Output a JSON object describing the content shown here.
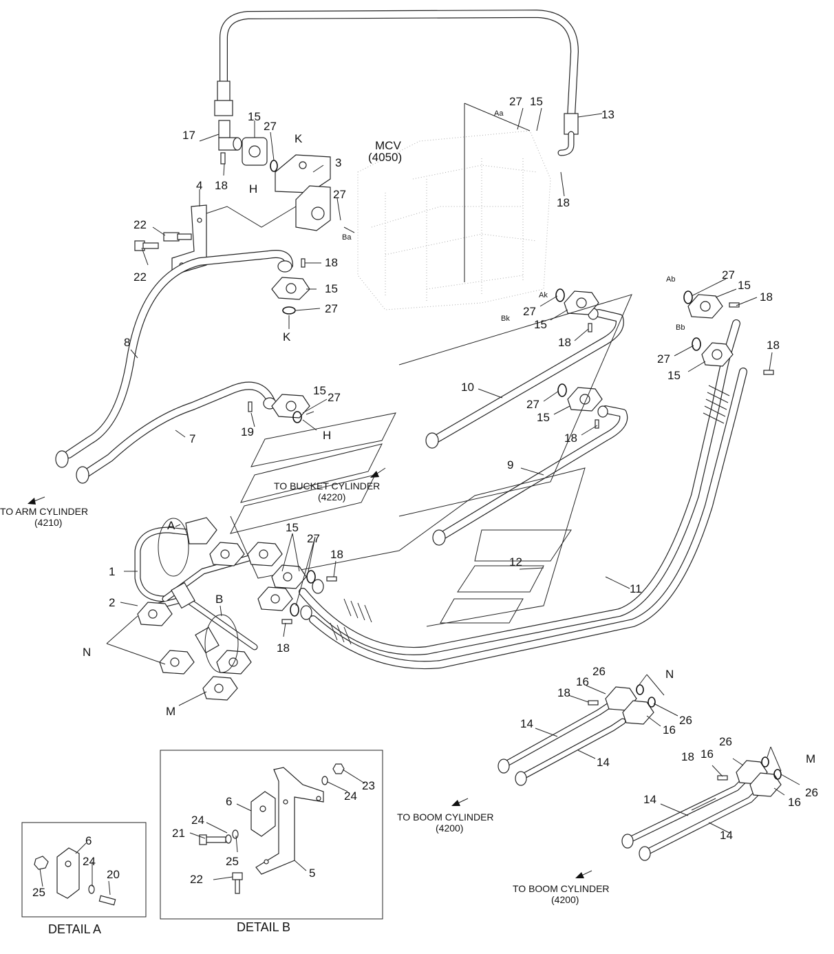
{
  "diagram": {
    "mcv": {
      "name": "MCV",
      "code": "(4050)"
    },
    "destinations": {
      "arm": {
        "line1": "TO ARM CYLINDER",
        "line2": "(4210)"
      },
      "bucket": {
        "line1": "TO BUCKET CYLINDER",
        "line2": "(4220)"
      },
      "boom_1": {
        "line1": "TO BOOM CYLINDER",
        "line2": "(4200)"
      },
      "boom_2": {
        "line1": "TO BOOM CYLINDER",
        "line2": "(4200)"
      }
    },
    "details": {
      "a": "DETAIL A",
      "b": "DETAIL B"
    },
    "port_labels": [
      "Aa",
      "Ba",
      "Ab",
      "Ak",
      "Bk",
      "Bb"
    ],
    "connector_letters": [
      "K",
      "K",
      "H",
      "H",
      "A",
      "B",
      "N",
      "N",
      "M",
      "M"
    ],
    "callouts": [
      "1",
      "2",
      "3",
      "4",
      "5",
      "6",
      "6",
      "7",
      "8",
      "9",
      "10",
      "11",
      "12",
      "13",
      "14",
      "14",
      "14",
      "14",
      "15",
      "16",
      "16",
      "16",
      "16",
      "17",
      "18",
      "19",
      "20",
      "21",
      "22",
      "23",
      "24",
      "25",
      "26",
      "27"
    ]
  }
}
